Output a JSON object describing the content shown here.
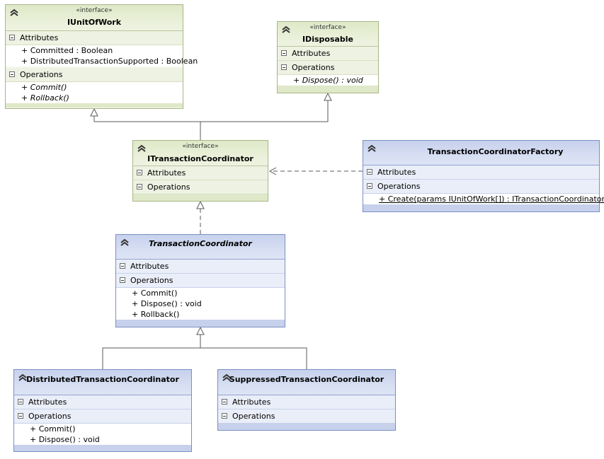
{
  "classes": {
    "iunitofwork": {
      "stereotype": "«interface»",
      "name": "IUnitOfWork",
      "attributes_label": "Attributes",
      "operations_label": "Operations",
      "attributes": [
        "+ Committed : Boolean",
        "+ DistributedTransactionSupported : Boolean"
      ],
      "operations": [
        "+ Commit()",
        "+ Rollback()"
      ]
    },
    "idisposable": {
      "stereotype": "«interface»",
      "name": "IDisposable",
      "attributes_label": "Attributes",
      "operations_label": "Operations",
      "operations": [
        "+ Dispose() : void"
      ]
    },
    "itransactioncoordinator": {
      "stereotype": "«interface»",
      "name": "ITransactionCoordinator",
      "attributes_label": "Attributes",
      "operations_label": "Operations"
    },
    "transactioncoordinatorfactory": {
      "name": "TransactionCoordinatorFactory",
      "attributes_label": "Attributes",
      "operations_label": "Operations",
      "operations": [
        "+ Create(params IUnitOfWork[]) : ITransactionCoordinator"
      ]
    },
    "transactioncoordinator": {
      "name": "TransactionCoordinator",
      "attributes_label": "Attributes",
      "operations_label": "Operations",
      "operations": [
        "+ Commit()",
        "+ Dispose() : void",
        "+ Rollback()"
      ]
    },
    "distributedtransactioncoordinator": {
      "name": "DistributedTransactionCoordinator",
      "attributes_label": "Attributes",
      "operations_label": "Operations",
      "operations": [
        "+ Commit()",
        "+ Dispose() : void"
      ]
    },
    "suppressedtransactioncoordinator": {
      "name": "SuppressedTransactionCoordinator",
      "attributes_label": "Attributes",
      "operations_label": "Operations"
    }
  },
  "colors": {
    "interface_header": "#dfe8c8",
    "interface_border": "#a8b686",
    "class_header": "#c7d1ec",
    "class_border": "#7a8fc4",
    "connector": "#5a5a5a"
  },
  "icons": {
    "collapse": "double-chevron-up-icon",
    "section_toggle": "minus-box-icon",
    "inheritance_arrow": "hollow-triangle-arrowhead",
    "dependency_arrow": "open-arrowhead"
  }
}
